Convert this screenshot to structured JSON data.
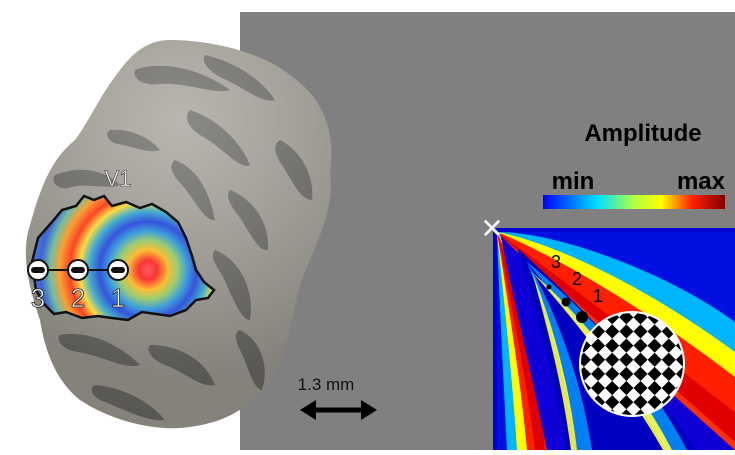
{
  "cortex": {
    "area_label": "V1",
    "electrode_numbers": [
      "3",
      "2",
      "1"
    ],
    "scale_label": "1.3 mm"
  },
  "colorbar": {
    "title": "Amplitude",
    "min_label": "min",
    "max_label": "max",
    "colors": [
      "#0000ff",
      "#00ffff",
      "#ffff00",
      "#ff0000",
      "#800000"
    ]
  },
  "visual_field": {
    "fixation_marker": "×",
    "electrode_numbers": [
      "3",
      "2",
      "1"
    ],
    "stimulus_icon": "checkerboard-icon"
  },
  "colors": {
    "background_panel": "#808080",
    "cortex_light": "#a9a69e",
    "cortex_dark": "#6b6b6b"
  }
}
